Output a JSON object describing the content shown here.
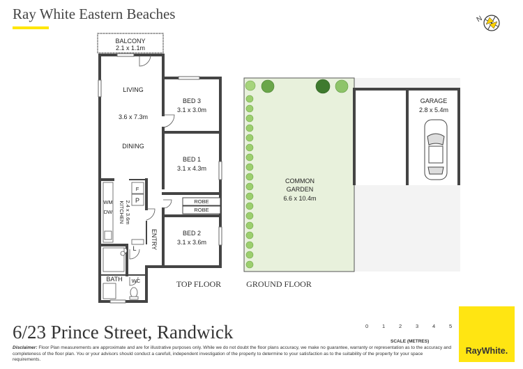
{
  "agency": {
    "name": "Ray White Eastern Beaches",
    "accent": "#ffe600"
  },
  "rooms": {
    "balcony": {
      "name": "BALCONY",
      "size": "2.1 x 1.1m"
    },
    "living": {
      "name": "LIVING"
    },
    "living_dining_size": "3.6 x 7.3m",
    "dining": {
      "name": "DINING"
    },
    "bed3": {
      "name": "BED 3",
      "size": "3.1 x 3.0m"
    },
    "bed1": {
      "name": "BED 1",
      "size": "3.1 x 4.3m"
    },
    "bed2": {
      "name": "BED 2",
      "size": "3.1 x 3.6m"
    },
    "robe1": "ROBE",
    "robe2": "ROBE",
    "kitchen": {
      "name": "KITCHEN",
      "size": "2.4 x 3.6m"
    },
    "entry": "ENTRY",
    "bath": "BATH",
    "wc": "WC",
    "wm": "WM",
    "dw": "DW",
    "f": "F",
    "p": "P",
    "l": "L",
    "garden": {
      "name": "COMMON",
      "name2": "GARDEN",
      "size": "6.6 x 10.4m"
    },
    "garage": {
      "name": "GARAGE",
      "size": "2.8 x 5.4m"
    }
  },
  "floors": {
    "top": "TOP FLOOR",
    "ground": "GROUND FLOOR"
  },
  "compass": {
    "label": "N"
  },
  "scale": {
    "ticks": [
      "0",
      "1",
      "2",
      "3",
      "4",
      "5"
    ],
    "label": "SCALE (METRES)"
  },
  "address": "6/23 Prince Street, Randwick",
  "disclaimer": {
    "label": "Disclaimer:",
    "text": "Floor Plan measurements are approximate and are for illustrative purposes only. While we do not doubt the floor plans accuracy, we make no guarantee, warranty or representation as to the accuracy and completeness of the floor plan. You or your advisors should conduct a carefull, independent investigation of the property to determine to your satisfaction as to the suitability of the property for your space requirements."
  },
  "logo": {
    "text": "RayWhite."
  }
}
